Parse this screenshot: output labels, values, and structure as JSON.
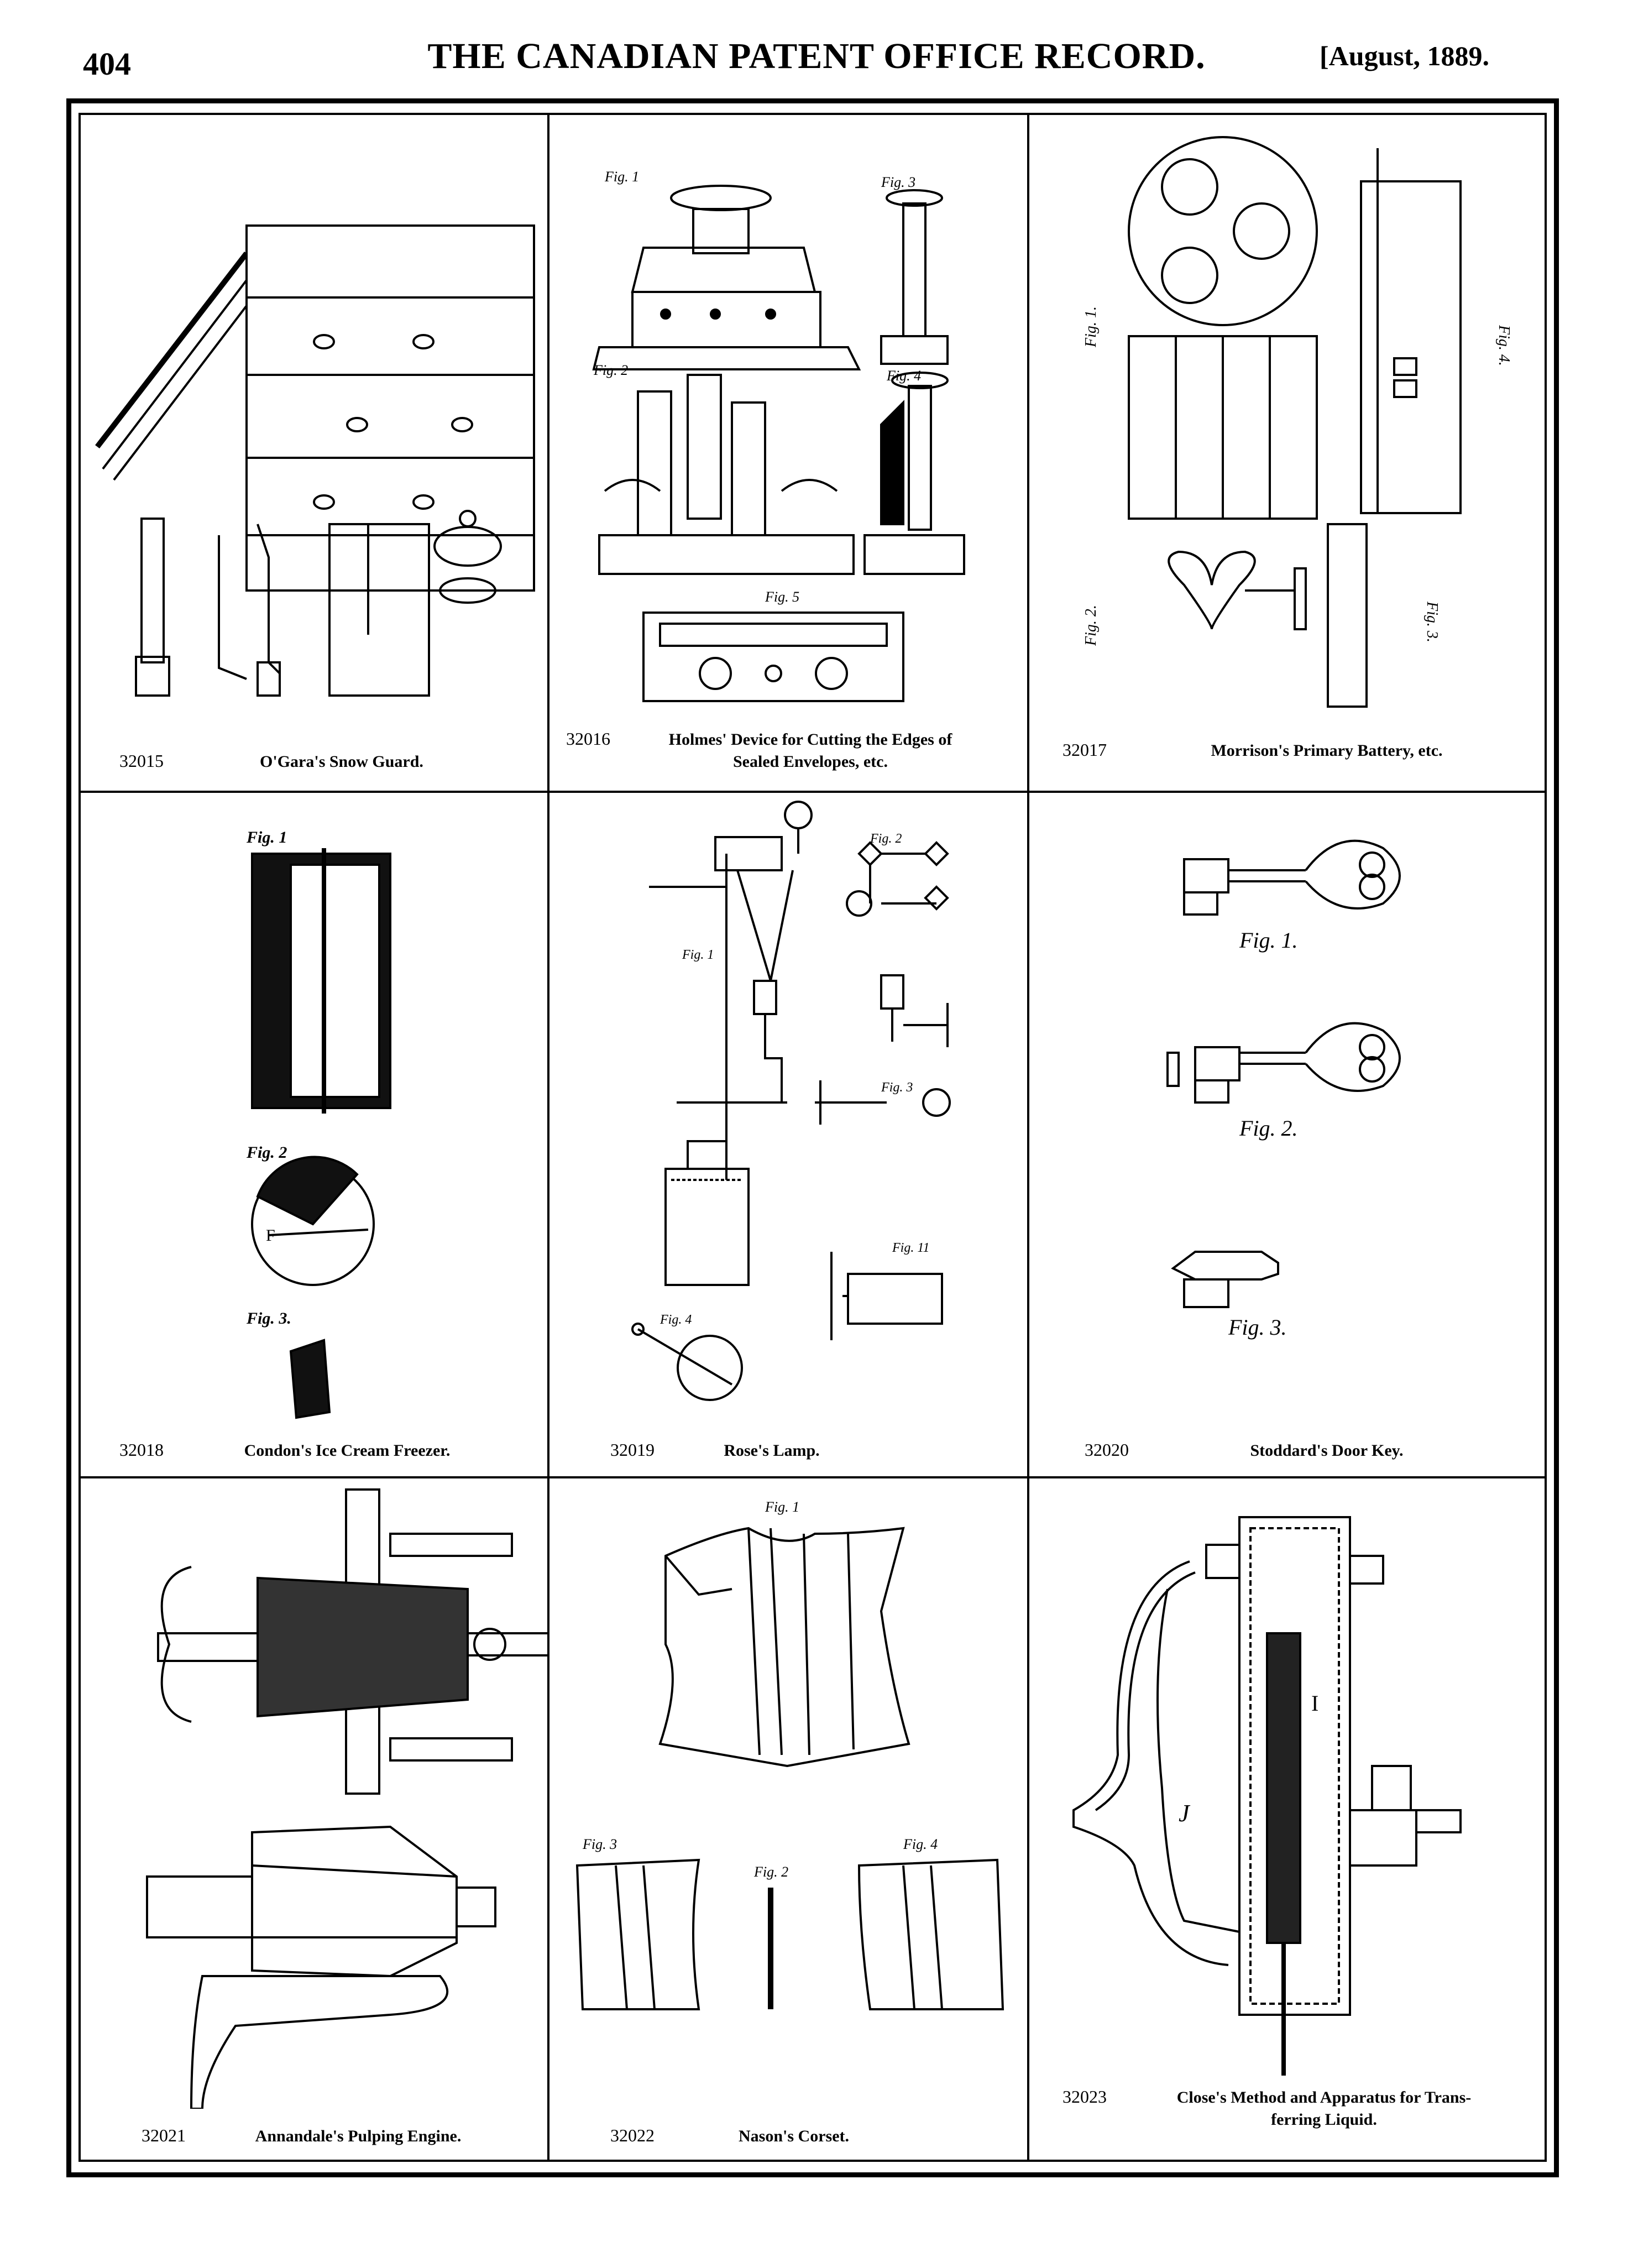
{
  "header": {
    "page_number": "404",
    "journal_title": "THE CANADIAN PATENT OFFICE RECORD.",
    "issue_date": "[August, 1889."
  },
  "panels": [
    {
      "number": "32015",
      "title_lines": [
        "O'Gara's Snow Guard."
      ]
    },
    {
      "number": "32016",
      "title_lines": [
        "Holmes' Device for Cutting the Edges of",
        "Sealed Envelopes, etc."
      ]
    },
    {
      "number": "32017",
      "title_lines": [
        "Morrison's Primary Battery, etc."
      ]
    },
    {
      "number": "32018",
      "title_lines": [
        "Condon's Ice Cream Freezer."
      ]
    },
    {
      "number": "32019",
      "title_lines": [
        "Rose's Lamp."
      ]
    },
    {
      "number": "32020",
      "title_lines": [
        "Stoddard's Door Key."
      ]
    },
    {
      "number": "32021",
      "title_lines": [
        "Annandale's Pulping Engine."
      ]
    },
    {
      "number": "32022",
      "title_lines": [
        "Nason's Corset."
      ]
    },
    {
      "number": "32023",
      "title_lines": [
        "Close's Method and Apparatus for Trans-",
        "ferring Liquid."
      ]
    }
  ],
  "figure_labels": {
    "holmes": [
      "Fig. 1",
      "Fig. 2",
      "Fig. 3",
      "Fig. 4",
      "Fig. 5"
    ],
    "morrison": [
      "Fig. 1.",
      "Fig. 2.",
      "Fig. 3.",
      "Fig. 4."
    ],
    "condon": [
      "Fig. 1",
      "Fig. 2",
      "Fig. 3."
    ],
    "rose": [
      "Fig. 1",
      "Fig. 2",
      "Fig. 3",
      "Fig. 4",
      "Fig. 11"
    ],
    "stoddard": [
      "Fig. 1.",
      "Fig. 2.",
      "Fig. 3."
    ],
    "nason": [
      "Fig. 1",
      "Fig. 2",
      "Fig. 3",
      "Fig. 4"
    ]
  }
}
